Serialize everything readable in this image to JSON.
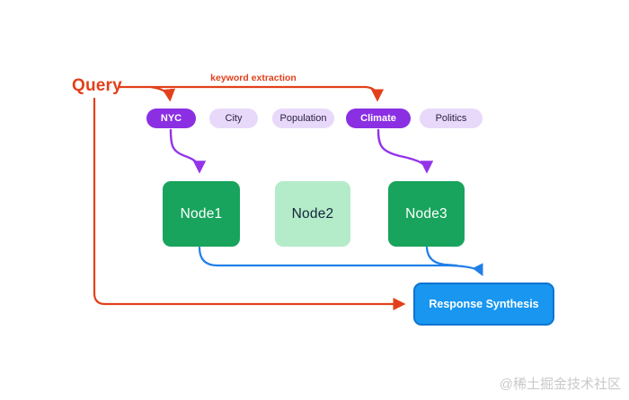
{
  "diagram": {
    "query_label": "Query",
    "edge_labels": {
      "keyword_extraction": "keyword extraction"
    },
    "keywords": {
      "items": [
        {
          "label": "NYC",
          "highlighted": true
        },
        {
          "label": "City",
          "highlighted": false
        },
        {
          "label": "Population",
          "highlighted": false
        },
        {
          "label": "Climate",
          "highlighted": true
        },
        {
          "label": "Politics",
          "highlighted": false
        }
      ]
    },
    "nodes": {
      "items": [
        {
          "label": "Node1",
          "active": true
        },
        {
          "label": "Node2",
          "active": false
        },
        {
          "label": "Node3",
          "active": true
        }
      ]
    },
    "synthesis_label": "Response Synthesis",
    "colors": {
      "query_arrow": "#E2401B",
      "keyword_pill_active": "#8B2FE3",
      "keyword_pill_inactive": "#E8D9FB",
      "keyword_arrow": "#9333EA",
      "node_active": "#18A45C",
      "node_inactive": "#B4EBC9",
      "synthesis_box": "#1896F0",
      "synthesis_arrow": "#1F7FE8"
    }
  },
  "watermark": "@稀土掘金技术社区"
}
